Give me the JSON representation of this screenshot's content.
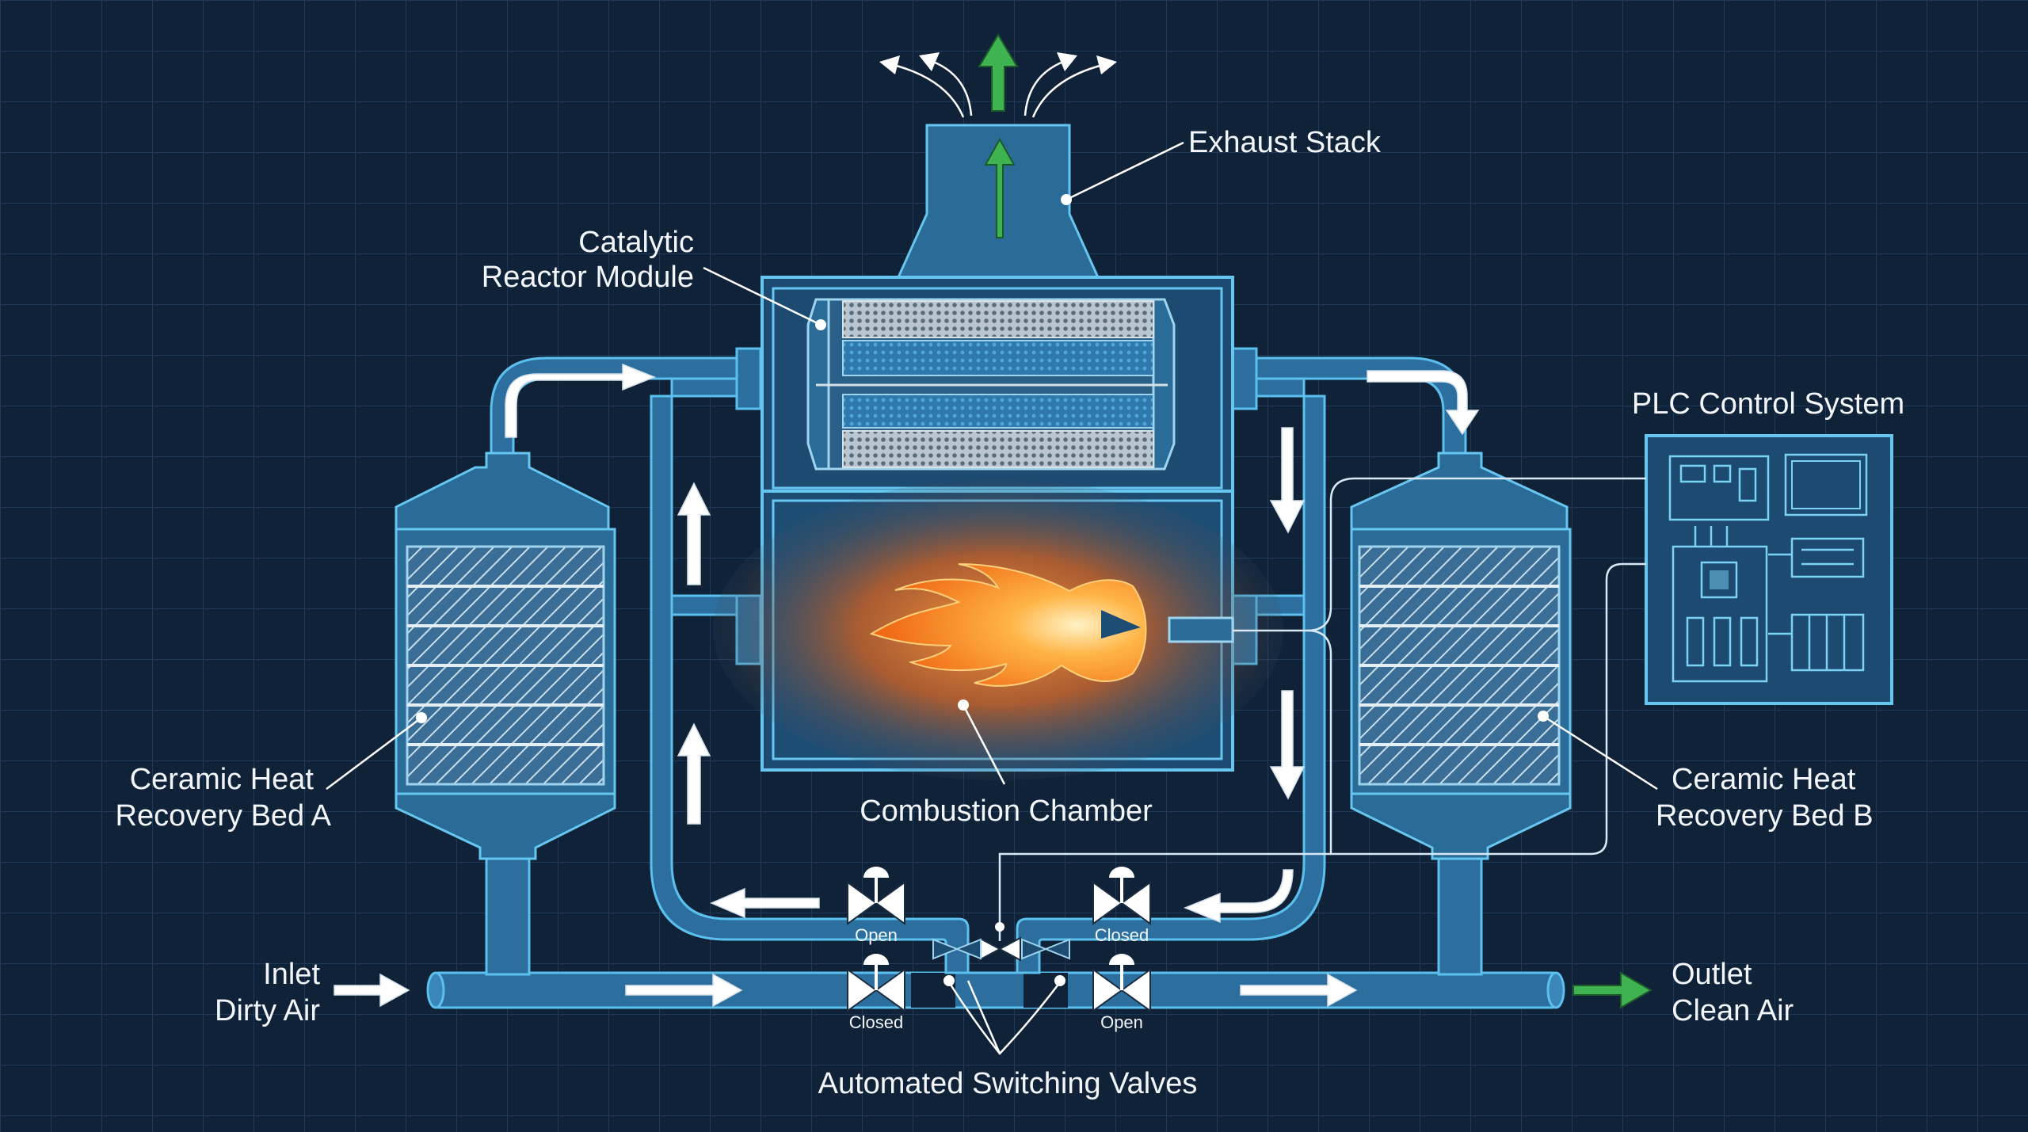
{
  "colors": {
    "background": "#0f2238",
    "grid": "#1f3a58",
    "pipe": "#2c6f9e",
    "pipe_stroke": "#5cc0ee",
    "flow_arrow": "#ffffff",
    "clean_arrow": "#3fb34f",
    "flame_core": "#ffb04a",
    "flame_glow": "#e8661c"
  },
  "labels": {
    "exhaust_stack": "Exhaust Stack",
    "catalytic_line1": "Catalytic",
    "catalytic_line2": "Reactor Module",
    "plc": "PLC Control System",
    "bed_a_line1": "Ceramic Heat",
    "bed_a_line2": "Recovery Bed A",
    "bed_b_line1": "Ceramic Heat",
    "bed_b_line2": "Recovery Bed B",
    "combustion": "Combustion Chamber",
    "inlet_line1": "Inlet",
    "inlet_line2": "Dirty Air",
    "outlet_line1": "Outlet",
    "outlet_line2": "Clean Air",
    "switching_valves": "Automated Switching Valves"
  },
  "valves": {
    "upper_left": "Open",
    "upper_right": "Closed",
    "lower_left": "Closed",
    "lower_right": "Open"
  },
  "icons": [
    "flow-arrow-icon",
    "flame-icon",
    "valve-icon",
    "circuit-board-icon"
  ]
}
